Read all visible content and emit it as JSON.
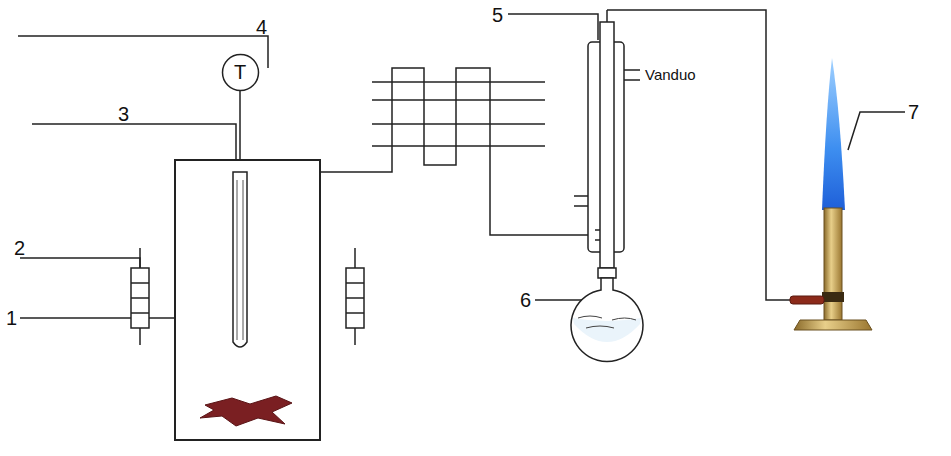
{
  "diagram": {
    "nodes": [
      {
        "text": [
          "T"
        ]
      }
    ],
    "labels": [
      "4",
      "5",
      "3",
      "Vanduo",
      "2",
      "7",
      "6",
      "1"
    ]
  }
}
